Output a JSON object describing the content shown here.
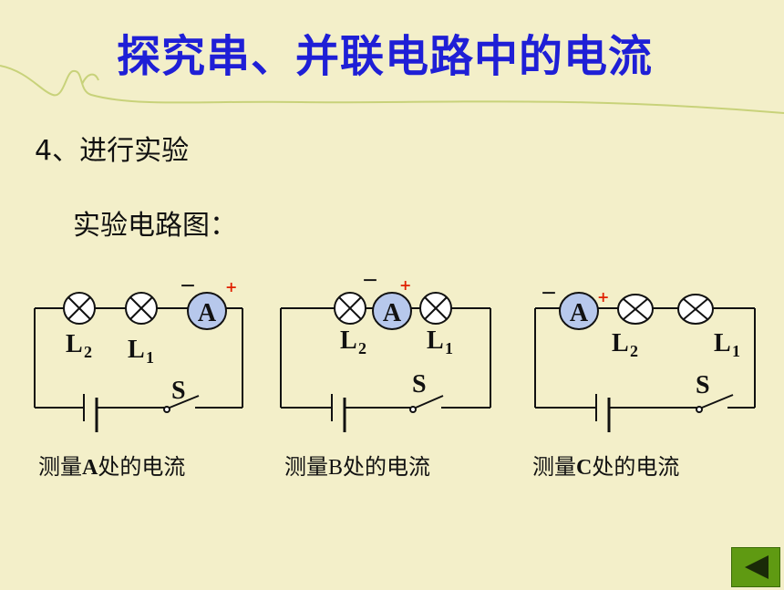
{
  "slide": {
    "title": "探究串、并联电路中的电流",
    "step": "4、进行实验",
    "subtitle": "实验电路图："
  },
  "circuits": [
    {
      "caption_pre": "测量",
      "caption_point": "A",
      "caption_post": "处的电流",
      "ammeter": "A",
      "minus": "－",
      "plus": "+",
      "lamp1": "L",
      "lamp1_sub": "2",
      "lamp2": "L",
      "lamp2_sub": "1",
      "switch": "S"
    },
    {
      "caption_pre": "测量",
      "caption_point": "B",
      "caption_post": "处的电流",
      "ammeter": "A",
      "minus": "－",
      "plus": "+",
      "lamp1": "L",
      "lamp1_sub": "2",
      "lamp2": "L",
      "lamp2_sub": "1",
      "switch": "S"
    },
    {
      "caption_pre": "测量",
      "caption_point": "C",
      "caption_post": "处的电流",
      "ammeter": "A",
      "minus": "－",
      "plus": "+",
      "lamp1": "L",
      "lamp1_sub": "2",
      "lamp2": "L",
      "lamp2_sub": "1",
      "switch": "S"
    }
  ],
  "colors": {
    "background": "#f3efc9",
    "title": "#1f1fd6",
    "ammeter_fill": "#b7c8ec",
    "plus_sign": "#e02000",
    "decor_line": "#c8d27a",
    "nav_button": "#5f9a12"
  },
  "icons": {
    "nav": "back-arrow-icon"
  }
}
